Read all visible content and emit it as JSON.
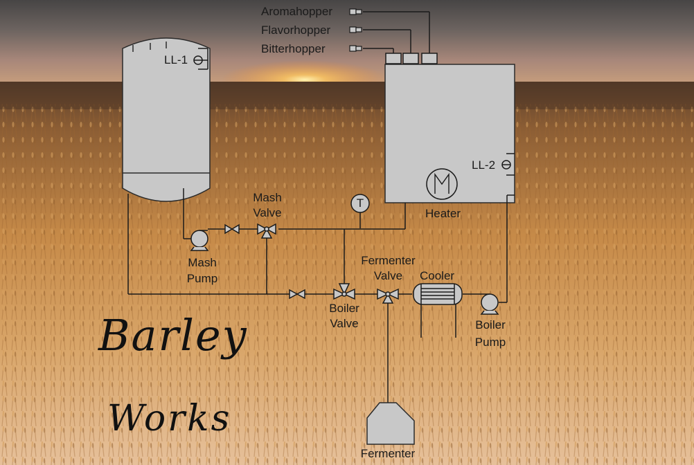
{
  "labels": {
    "aromahopper": "Aromahopper",
    "flavorhopper": "Flavorhopper",
    "bitterhopper": "Bitterhopper",
    "ll1": "LL-1",
    "ll2": "LL-2",
    "temp": "T",
    "heater": "Heater",
    "mash_valve_1": "Mash",
    "mash_valve_2": "Valve",
    "mash_pump_1": "Mash",
    "mash_pump_2": "Pump",
    "fermenter_valve_1": "Fermenter",
    "fermenter_valve_2": "Valve",
    "cooler": "Cooler",
    "boiler_valve_1": "Boiler",
    "boiler_valve_2": "Valve",
    "boiler_pump_1": "Boiler",
    "boiler_pump_2": "Pump",
    "fermenter": "Fermenter"
  },
  "logo": {
    "line1": "Barley",
    "line2": "Works"
  },
  "colors": {
    "equipment_fill": "#c8c8c8",
    "line": "#1a1a1a",
    "sky_top": "#4a4848",
    "horizon_glow": "#f3b24a",
    "field": "#b7793a"
  }
}
